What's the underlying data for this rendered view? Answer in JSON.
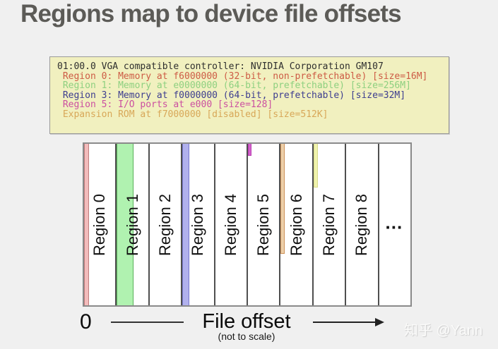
{
  "page": {
    "title": "Regions map to device file offsets",
    "background": "#f0f0f0",
    "title_color": "#5c5b57"
  },
  "console": {
    "background": "#f1f0bf",
    "lines": [
      {
        "text": "01:00.0 VGA compatible controller: NVIDIA Corporation GM107",
        "color": "#2e2e2e"
      },
      {
        "text": " Region 0: Memory at f6000000 (32-bit, non-prefetchable) [size=16M]",
        "color": "#cd5b45"
      },
      {
        "text": " Region 1: Memory at e0000000 (64-bit, prefetchable) [size=256M]",
        "color": "#8ed080"
      },
      {
        "text": " Region 3: Memory at f0000000 (64-bit, prefetchable) [size=32M]",
        "color": "#3d3d8f"
      },
      {
        "text": " Region 5: I/O ports at e000 [size=128]",
        "color": "#cb4fa0"
      },
      {
        "text": " Expansion ROM at f7000000 [disabled] [size=512K]",
        "color": "#d8a758"
      }
    ]
  },
  "diagram": {
    "regions": [
      {
        "label": "Region 0",
        "stripe_color": "#f3bcbc",
        "stripe_border": "#bf7d7d"
      },
      {
        "label": "Region 1",
        "stripe_color": "#b0f2b0",
        "stripe_border": "#58b058"
      },
      {
        "label": "Region 2"
      },
      {
        "label": "Region 3",
        "stripe_color": "#b1b1ed",
        "stripe_border": "#7777cc"
      },
      {
        "label": "Region 4"
      },
      {
        "label": "Region 5",
        "stripe_color": "#d362cc",
        "stripe_border": "#b93eb2"
      },
      {
        "label": "Region 6",
        "stripe_color": "#eccfa9",
        "stripe_border": "#cc8f55"
      },
      {
        "label": "Region 7",
        "stripe_color": "#f0f3ac",
        "stripe_border": "#d6da8a"
      },
      {
        "label": "Region 8"
      }
    ],
    "ellipsis": "…"
  },
  "axis": {
    "origin_label": "0",
    "label": "File offset",
    "note": "(not to scale)"
  },
  "watermark": "知乎 @Yann"
}
